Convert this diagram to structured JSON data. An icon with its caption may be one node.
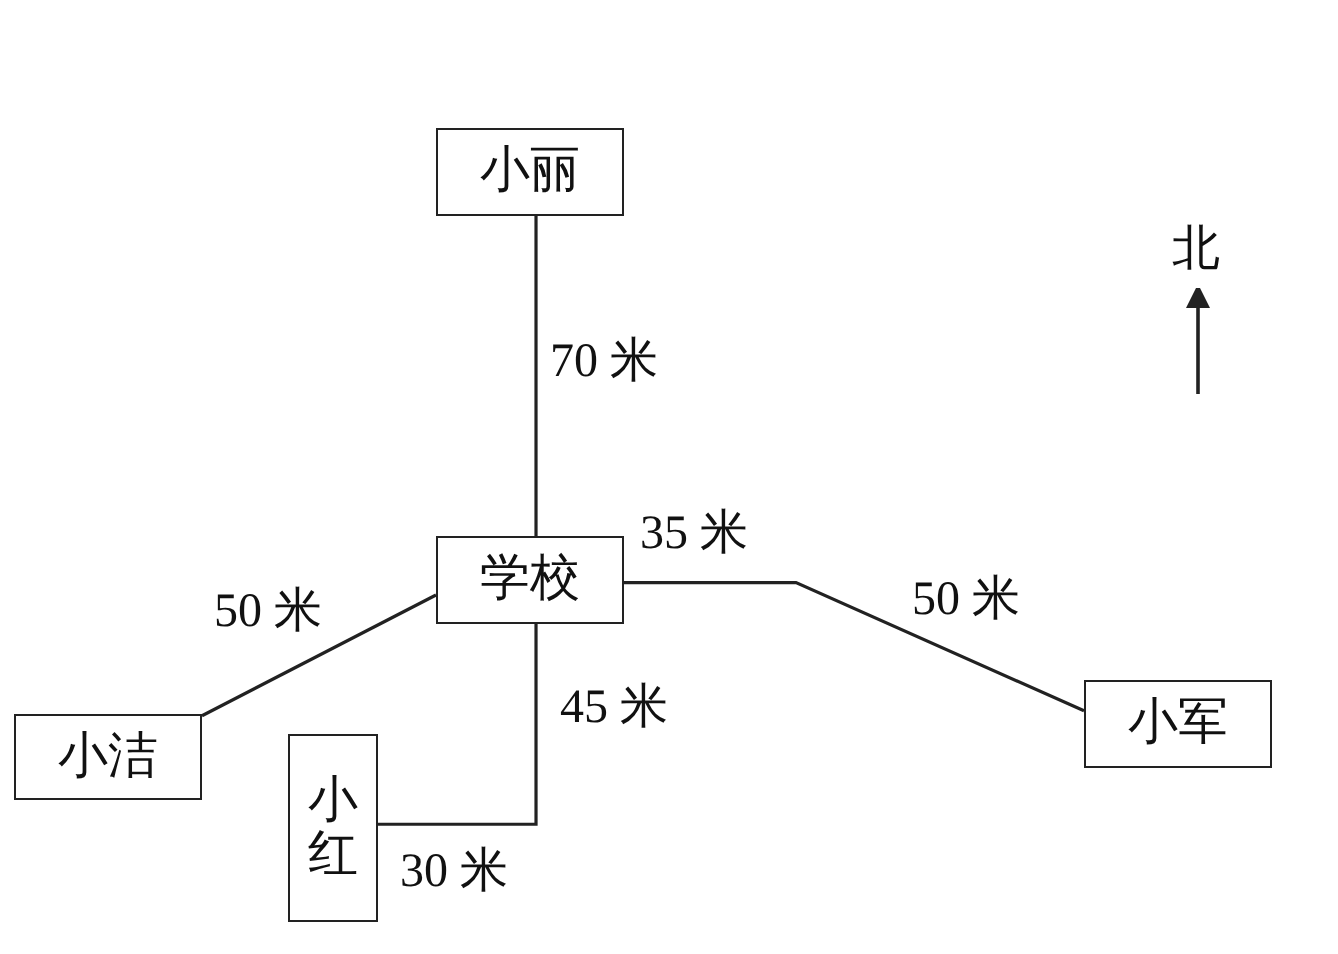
{
  "diagram": {
    "nodes": [
      {
        "text": [
          "小丽"
        ]
      },
      {
        "text": [
          "学校"
        ]
      },
      {
        "text": [
          "小洁"
        ]
      },
      {
        "text": [
          "小红"
        ]
      },
      {
        "text": [
          "小军"
        ]
      }
    ],
    "edges": [
      {
        "from": 1,
        "to": 0,
        "arrow": "none",
        "label": "70 米"
      },
      {
        "from": 1,
        "to": 2,
        "arrow": "none",
        "label": "50 米"
      },
      {
        "from": 1,
        "to": 3,
        "arrow": "none",
        "label": "45 米"
      },
      {
        "from": 1,
        "to": 4,
        "arrow": "none",
        "label": "35 米"
      }
    ],
    "labels": [
      "北",
      "50 米",
      "30 米"
    ]
  }
}
